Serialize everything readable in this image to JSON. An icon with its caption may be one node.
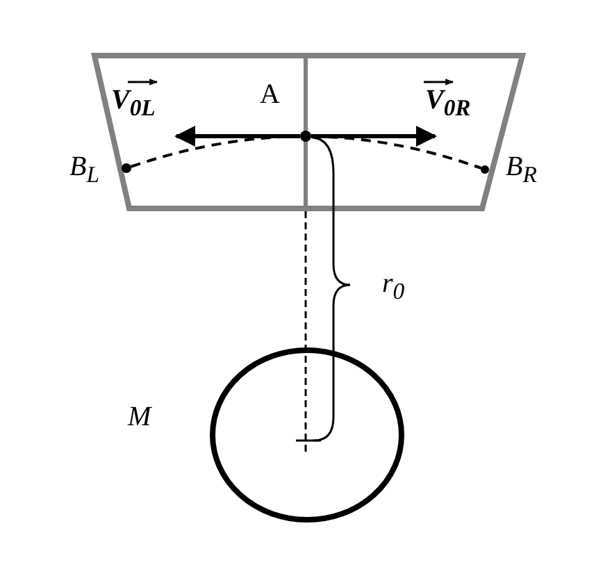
{
  "diagram": {
    "nodes": [
      {
        "text": [],
        "shape": "circle",
        "beside": [
          "B$_{L}$"
        ]
      },
      {
        "text": [],
        "shape": "circle",
        "beside": [
          "A"
        ]
      },
      {
        "text": [],
        "shape": "circle",
        "beside": [
          "B$_{R}$"
        ]
      }
    ],
    "edges": [
      {
        "from": 0,
        "to": 1,
        "arrow": "none",
        "style": "dashed"
      },
      {
        "from": 1,
        "to": 2,
        "arrow": "none",
        "style": "dashed"
      }
    ],
    "labels": [
      "V$_{0L}$",
      "V$_{0R}$",
      "r$_{0}$",
      "M"
    ]
  }
}
